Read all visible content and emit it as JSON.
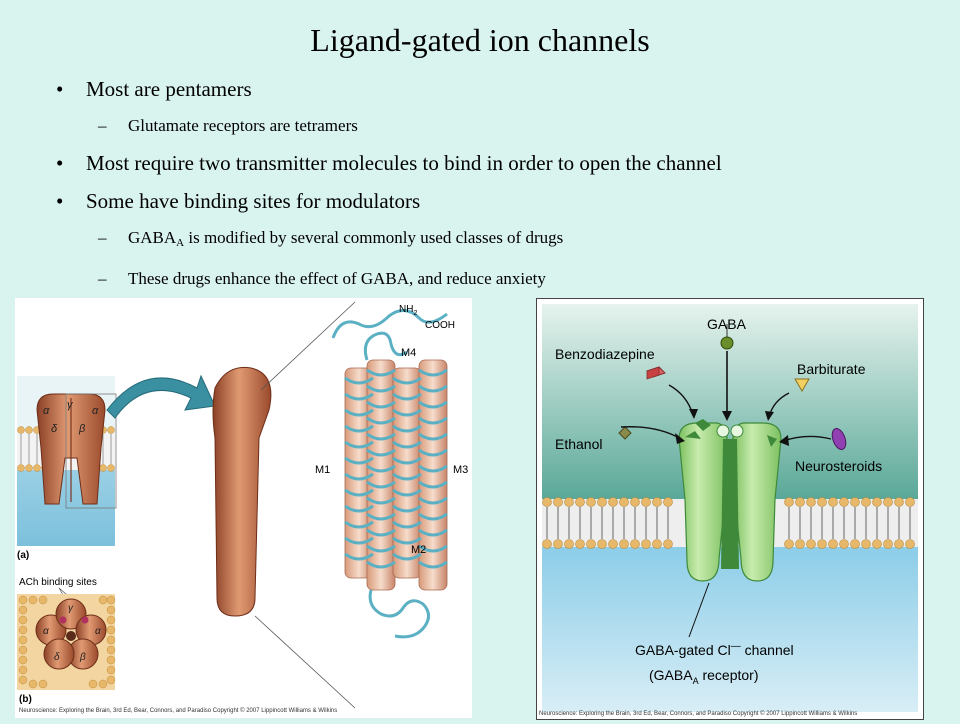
{
  "slide": {
    "title": "Ligand-gated ion channels",
    "bullets": [
      {
        "text": "Most are pentamers",
        "level": 1
      },
      {
        "text": "Glutamate receptors are tetramers",
        "level": 2
      },
      {
        "text": "Most require two transmitter molecules to bind in order to open the channel",
        "level": 1
      },
      {
        "text": "Some have binding sites for modulators",
        "level": 1
      },
      {
        "prefix": "GABA",
        "sub": "A",
        "suffix": " is modified by several commonly used classes of drugs",
        "level": 2
      },
      {
        "text": "These drugs enhance the effect of GABA, and reduce anxiety",
        "level": 2
      }
    ],
    "bullet_glyph": "•",
    "dash_glyph": "–"
  },
  "figure_left": {
    "panel_a_label": "(a)",
    "panel_b_label": "(b)",
    "ach_binding_label": "ACh binding sites",
    "subunits_top": [
      "α",
      "γ",
      "α",
      "δ",
      "β"
    ],
    "subunits_bottom": [
      "α",
      "γ",
      "α",
      "δ",
      "β"
    ],
    "helix_labels": {
      "m1": "M1",
      "m2": "M2",
      "m3": "M3",
      "m4": "M4",
      "nh2": "NH",
      "nh2_sub": "2",
      "cooh": "COOH"
    },
    "credit": "Neuroscience: Exploring the Brain, 3rd Ed, Bear, Connors, and Paradiso Copyright © 2007 Lippincott Williams & Wilkins",
    "colors": {
      "subunit": "#c8704a",
      "membrane_head": "#e8b86a",
      "arrow": "#3a8fa0",
      "helix": "#7cc8d6"
    }
  },
  "figure_right": {
    "gaba": "GABA",
    "benzodiazepine": "Benzodiazepine",
    "barbiturate": "Barbiturate",
    "ethanol": "Ethanol",
    "neurosteroids": "Neurosteroids",
    "channel_label": "GABA-gated Cl",
    "channel_label_sup": "—",
    "channel_label_end": " channel",
    "receptor_open": "(GABA",
    "receptor_sub": "A",
    "receptor_close": " receptor)",
    "credit": "Neuroscience: Exploring the Brain, 3rd Ed, Bear, Connors, and Paradiso Copyright © 2007 Lippincott Williams & Wilkins",
    "colors": {
      "extracellular": "#5aa898",
      "intracellular": "#9ccfe8",
      "channel": "#a8d88a",
      "channel_dark": "#3e8a3a"
    }
  }
}
